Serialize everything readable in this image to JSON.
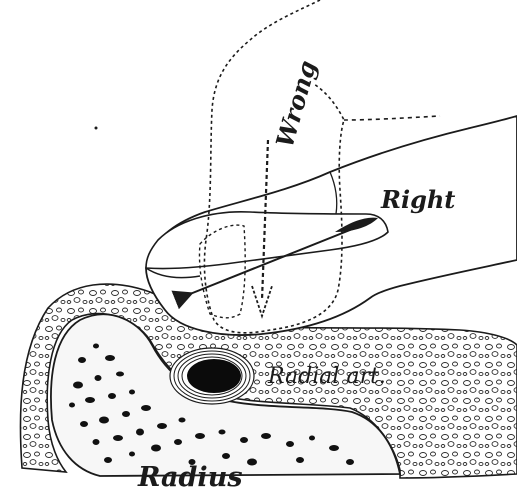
{
  "labels": {
    "wrong": "Wrong",
    "right": "Right",
    "radial_artery": "Radial art.",
    "radius": "Radius"
  },
  "colors": {
    "ink": "#1b1b1b",
    "artery_lumen": "#0b0b0b",
    "bone_fill": "#f4f4f4",
    "paper": "#ffffff"
  }
}
